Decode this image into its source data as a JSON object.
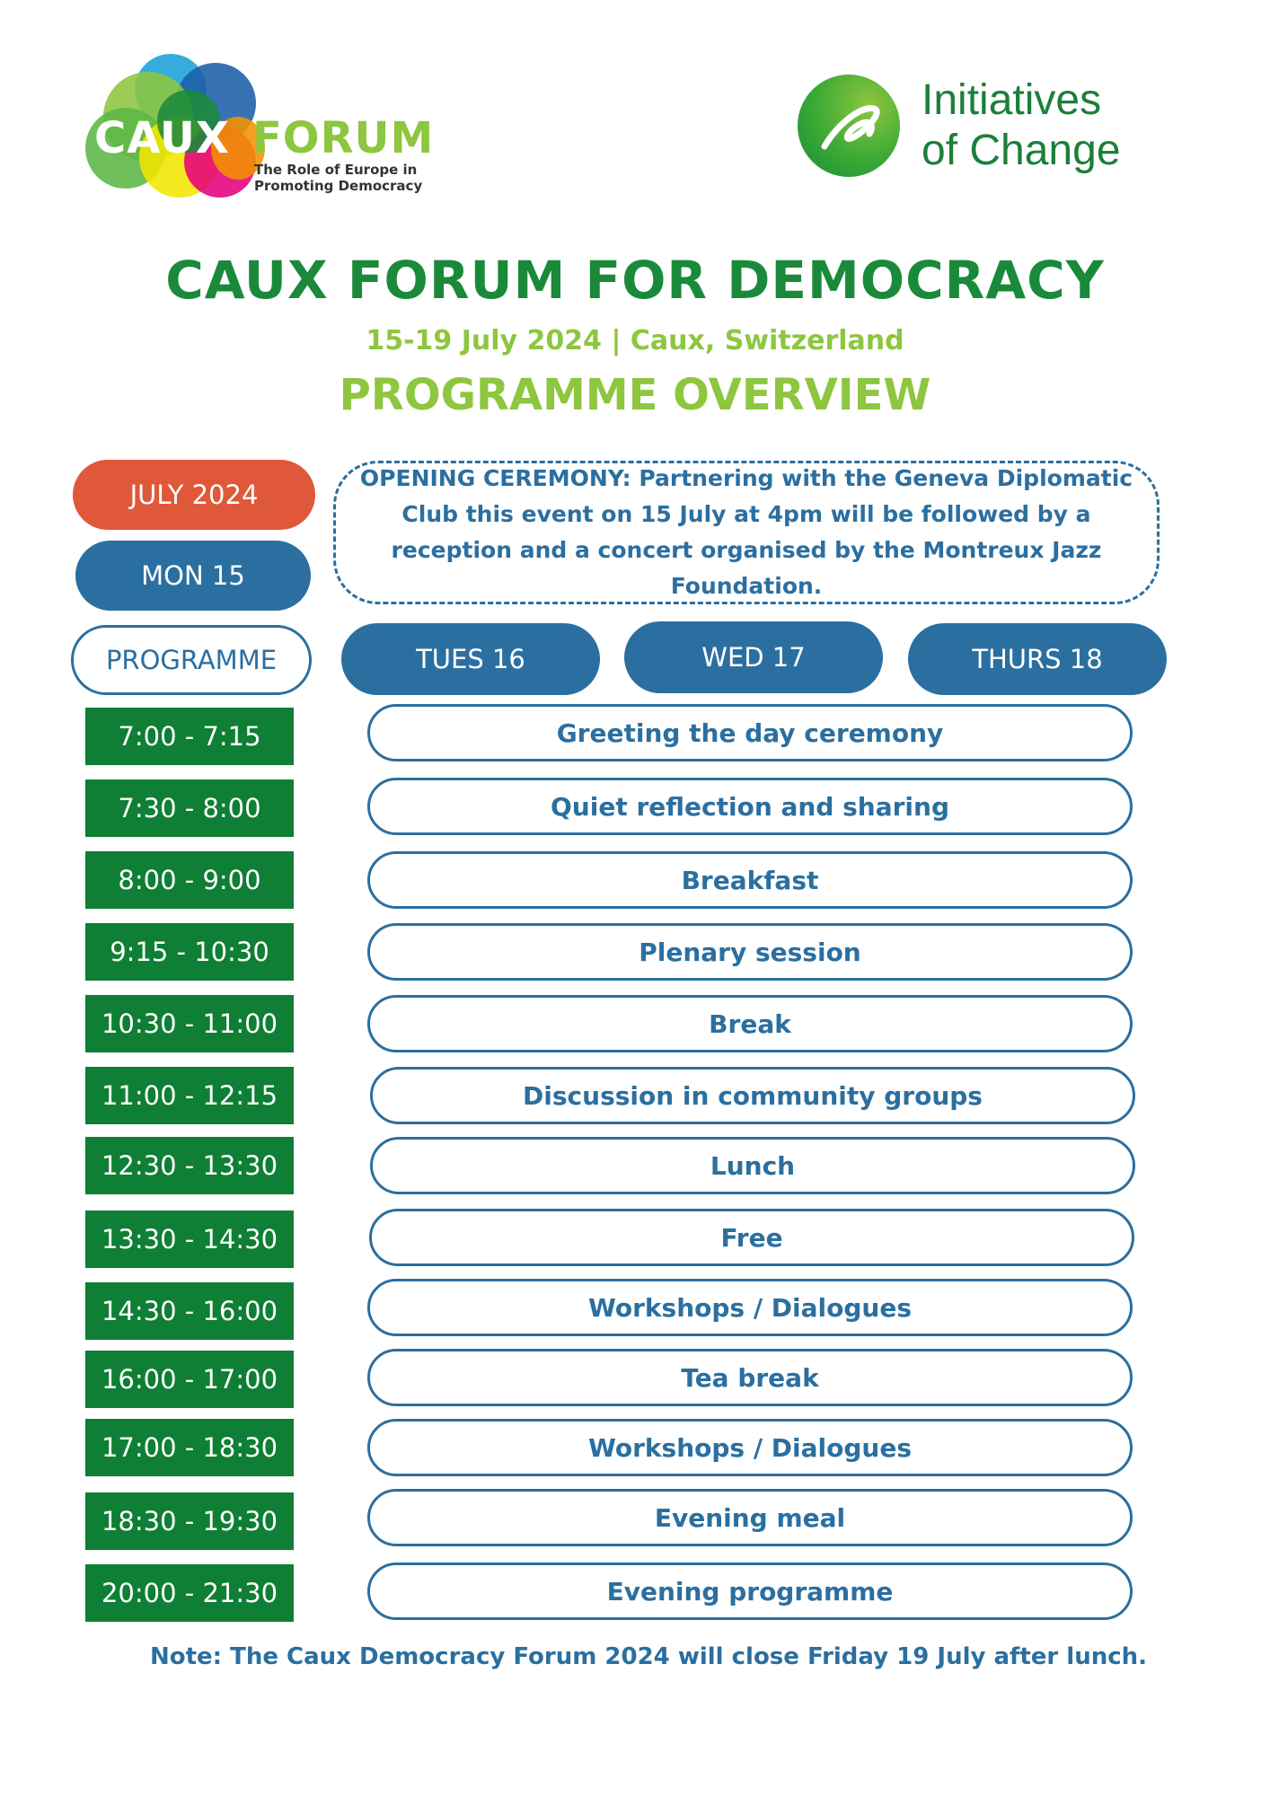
{
  "logos": {
    "caux": {
      "word_caux": "CAUX",
      "word_forum": "FORUM",
      "tagline_line1": "The Role of Europe in",
      "tagline_line2": "Promoting Democracy"
    },
    "ioc": {
      "line1": "Initiatives",
      "line2": "of Change"
    }
  },
  "header": {
    "title": "CAUX FORUM FOR DEMOCRACY",
    "subtitle": "15-19 July 2024 | Caux, Switzerland",
    "overview": "PROGRAMME OVERVIEW"
  },
  "left": {
    "month": "JULY 2024",
    "first_day": "MON 15",
    "programme_label": "PROGRAMME"
  },
  "opening": "OPENING CEREMONY: Partnering with the Geneva Diplomatic Club this event on 15 July at 4pm will be followed by a reception and a concert organised by the Montreux Jazz Foundation.",
  "days": [
    "TUES 16",
    "WED 17",
    "THURS 18"
  ],
  "schedule": [
    {
      "time": "7:00 - 7:15",
      "activity": "Greeting the day ceremony"
    },
    {
      "time": "7:30 - 8:00",
      "activity": "Quiet reflection and sharing"
    },
    {
      "time": "8:00 - 9:00",
      "activity": "Breakfast"
    },
    {
      "time": "9:15 - 10:30",
      "activity": "Plenary session"
    },
    {
      "time": "10:30 - 11:00",
      "activity": "Break"
    },
    {
      "time": "11:00 - 12:15",
      "activity": "Discussion in community groups"
    },
    {
      "time": "12:30 - 13:30",
      "activity": "Lunch"
    },
    {
      "time": "13:30 - 14:30",
      "activity": "Free"
    },
    {
      "time": "14:30 - 16:00",
      "activity": "Workshops / Dialogues"
    },
    {
      "time": "16:00 - 17:00",
      "activity": "Tea break"
    },
    {
      "time": "17:00 - 18:30",
      "activity": "Workshops / Dialogues"
    },
    {
      "time": "18:30 - 19:30",
      "activity": "Evening meal"
    },
    {
      "time": "20:00 - 21:30",
      "activity": "Evening programme"
    }
  ],
  "note": "Note: The Caux Democracy Forum 2024 will close Friday 19 July after lunch.",
  "colors": {
    "green_dark": "#1a8a3a",
    "green_light": "#8dc63f",
    "blue": "#2b6fa0",
    "orange": "#e0583a",
    "time_green": "#0e7f34"
  }
}
